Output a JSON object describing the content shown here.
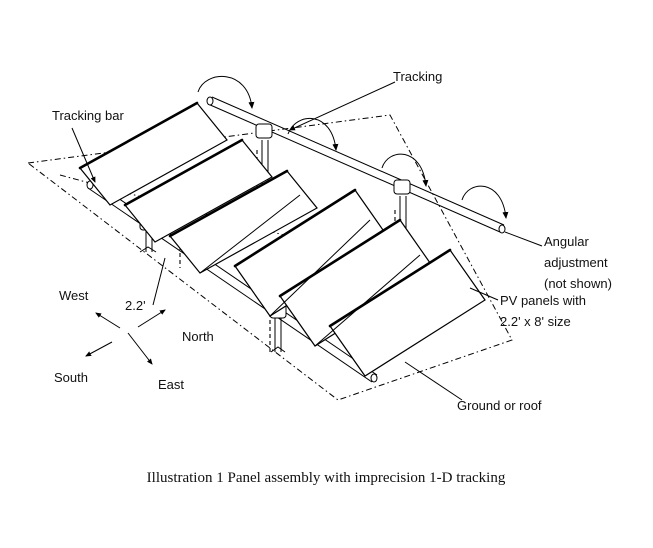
{
  "labels": {
    "tracking": "Tracking",
    "tracking_bar": "Tracking bar",
    "angular_adjustment_line1": "Angular",
    "angular_adjustment_line2": "adjustment",
    "angular_adjustment_line3": "(not shown)",
    "pv_panels_line1": "PV panels with",
    "pv_panels_line2": "2.2' x 8' size",
    "ground_or_roof": "Ground or roof",
    "dimension": "2.2'",
    "west": "West",
    "north": "North",
    "south": "South",
    "east": "East"
  },
  "caption": "Illustration 1 Panel assembly with imprecision 1-D tracking"
}
